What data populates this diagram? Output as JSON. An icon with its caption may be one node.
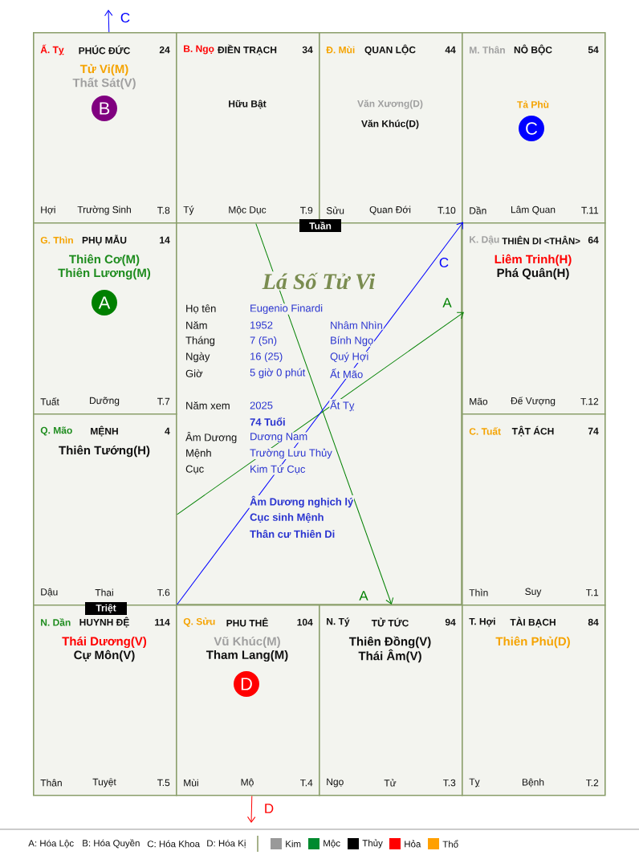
{
  "diagram": {
    "title": "Lá Số Tử Vi",
    "nodes": [
      {
        "text": [
          "Ấ. Tỵ",
          "PHÚC ĐỨC",
          "24",
          "Tử Vi(M)",
          "Thất Sát(V)",
          "Hợi",
          "Trường Sinh",
          "T.8"
        ]
      },
      {
        "text": [
          "B. Ngọ",
          "ĐIỀN TRẠCH",
          "34",
          "Hữu Bật",
          "Tý",
          "Mộc Dục",
          "T.9"
        ]
      },
      {
        "text": [
          "Đ. Mùi",
          "QUAN LỘC",
          "44",
          "Văn Xương(D)",
          "Văn Khúc(D)",
          "Sửu",
          "Quan Đới",
          "T.10"
        ]
      },
      {
        "text": [
          "M. Thân",
          "NÔ BỘC",
          "54",
          "Tả Phù",
          "Dần",
          "Lâm Quan",
          "T.11"
        ]
      },
      {
        "text": [
          "G. Thìn",
          "PHỤ MẪU",
          "14",
          "Thiên Cơ(M)",
          "Thiên Lương(M)",
          "Tuất",
          "Dưỡng",
          "T.7"
        ]
      },
      {
        "text": [
          "K. Dậu",
          "THIÊN DI <THÂN>",
          "64",
          "Liêm Trinh(H)",
          "Phá Quân(H)",
          "Mão",
          "Đế Vượng",
          "T.12"
        ]
      },
      {
        "text": [
          "Q. Mão",
          "MỆNH",
          "4",
          "Thiên Tướng(H)",
          "Dậu",
          "Thai",
          "T.6"
        ]
      },
      {
        "text": [
          "C. Tuất",
          "TẬT ÁCH",
          "74",
          "Thìn",
          "Suy",
          "T.1"
        ]
      },
      {
        "text": [
          "N. Dần",
          "HUYNH ĐỆ",
          "114",
          "Thái Dương(V)",
          "Cự Môn(V)",
          "Thân",
          "Tuyệt",
          "T.5"
        ]
      },
      {
        "text": [
          "Q. Sửu",
          "PHU THÊ",
          "104",
          "Vũ Khúc(M)",
          "Tham Lang(M)",
          "Mùi",
          "Mộ",
          "T.4"
        ]
      },
      {
        "text": [
          "N. Tý",
          "TỬ TỨC",
          "94",
          "Thiên Đồng(V)",
          "Thái Âm(V)",
          "Ngọ",
          "Tử",
          "T.3"
        ]
      },
      {
        "text": [
          "T. Hợi",
          "TÀI BẠCH",
          "84",
          "Thiên Phủ(D)",
          "Tỵ",
          "Bệnh",
          "T.2"
        ]
      },
      {
        "text": [
          "B"
        ],
        "in": 0
      },
      {
        "text": [
          "C"
        ],
        "in": 3
      },
      {
        "text": [
          "A"
        ],
        "in": 4
      },
      {
        "text": [
          "D"
        ],
        "in": 9
      },
      {
        "text": [
          "Tuần"
        ]
      },
      {
        "text": [
          "Triệt"
        ]
      }
    ],
    "edges": [
      {
        "from": 6,
        "to": 5,
        "arrow": "to",
        "label": "A",
        "color": "#008000"
      },
      {
        "from": 1,
        "to": 10,
        "arrow": "to",
        "label": "A",
        "color": "#008000"
      },
      {
        "from": 8,
        "to": 3,
        "arrow": "to",
        "label": "C",
        "color": "#0000ff"
      },
      {
        "from": 0,
        "to": null,
        "arrow": "to",
        "label": "C",
        "color": "#0000ff"
      },
      {
        "from": 9,
        "to": null,
        "arrow": "to",
        "label": "D",
        "color": "#ff0000"
      }
    ],
    "labels": [
      "Họ tên",
      "Eugenio Finardi",
      "Năm",
      "1952",
      "Nhâm Nhìn",
      "Tháng",
      "7 (5n)",
      "Bính Ngọ",
      "Ngày",
      "16 (25)",
      "Quý Hợi",
      "Giờ",
      "5 giờ 0 phút",
      "Ất Mão",
      "Năm xem",
      "2025",
      "Ất Tỵ",
      "74 Tuổi",
      "Âm Dương",
      "Dương Nam",
      "Mệnh",
      "Trường Lưu Thủy",
      "Cục",
      "Kim Tứ Cục",
      "Âm Dương nghịch lý",
      "Cục sinh Mệnh",
      "Thân cư Thiên Di"
    ],
    "legend": [
      {
        "text": "A: Hóa Lộc"
      },
      {
        "text": "B: Hóa Quyền"
      },
      {
        "text": "C: Hóa Khoa"
      },
      {
        "text": "D: Hóa Kị"
      },
      {
        "text": "Kim",
        "color": "#999999"
      },
      {
        "text": "Mộc",
        "color": "#008a2e"
      },
      {
        "text": "Thủy",
        "color": "#000000"
      },
      {
        "text": "Hỏa",
        "color": "#ff0000"
      },
      {
        "text": "Thổ",
        "color": "#ffa000"
      }
    ]
  }
}
